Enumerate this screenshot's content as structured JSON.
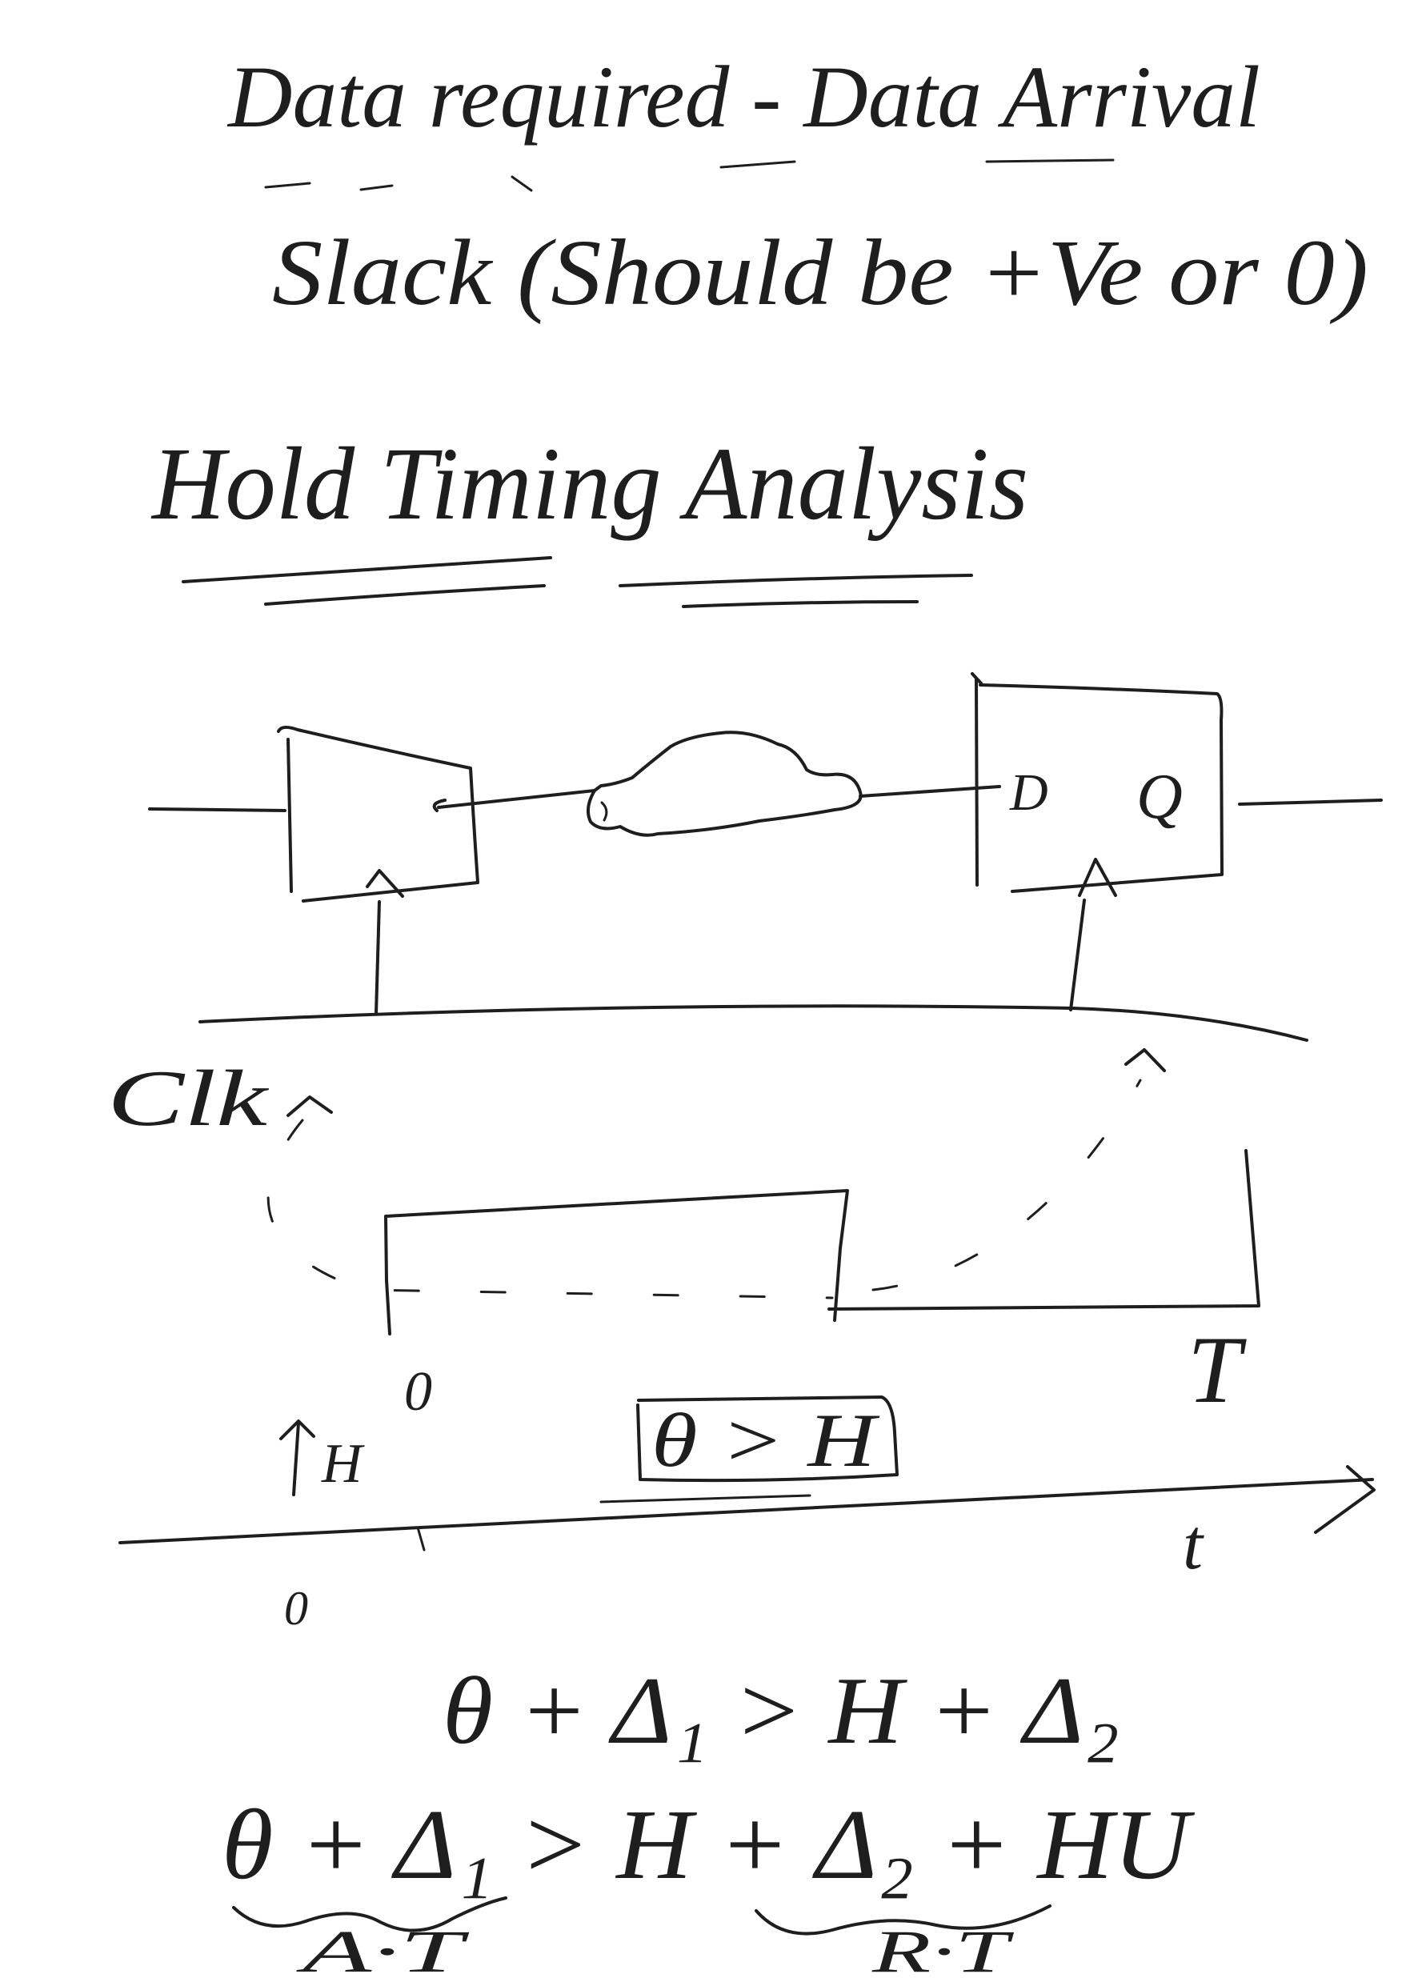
{
  "page": {
    "background": "#ffffff",
    "ink": "#1e1e1e"
  },
  "notes": {
    "slack_formula": "Data required - Data Arrival",
    "slack_note": "Slack (Should be +Ve or 0)",
    "section_title": "Hold Timing Analysis"
  },
  "circuit": {
    "d_label": "D",
    "q_label": "Q"
  },
  "waveform": {
    "clock_label": "Clk",
    "edge_zero_label": "0",
    "edge_period_label": "T",
    "condition_box": "θ > H",
    "hold_label": "H",
    "axis_label": "t",
    "origin_label": "0"
  },
  "equations": {
    "hold_condition": "θ + Δ₁ > H + Δ₂",
    "hold_condition_uncertainty": "θ + Δ₁ > H + Δ₂ + HU",
    "arrival_brace_label": "A·T",
    "required_brace_label": "R·T"
  }
}
